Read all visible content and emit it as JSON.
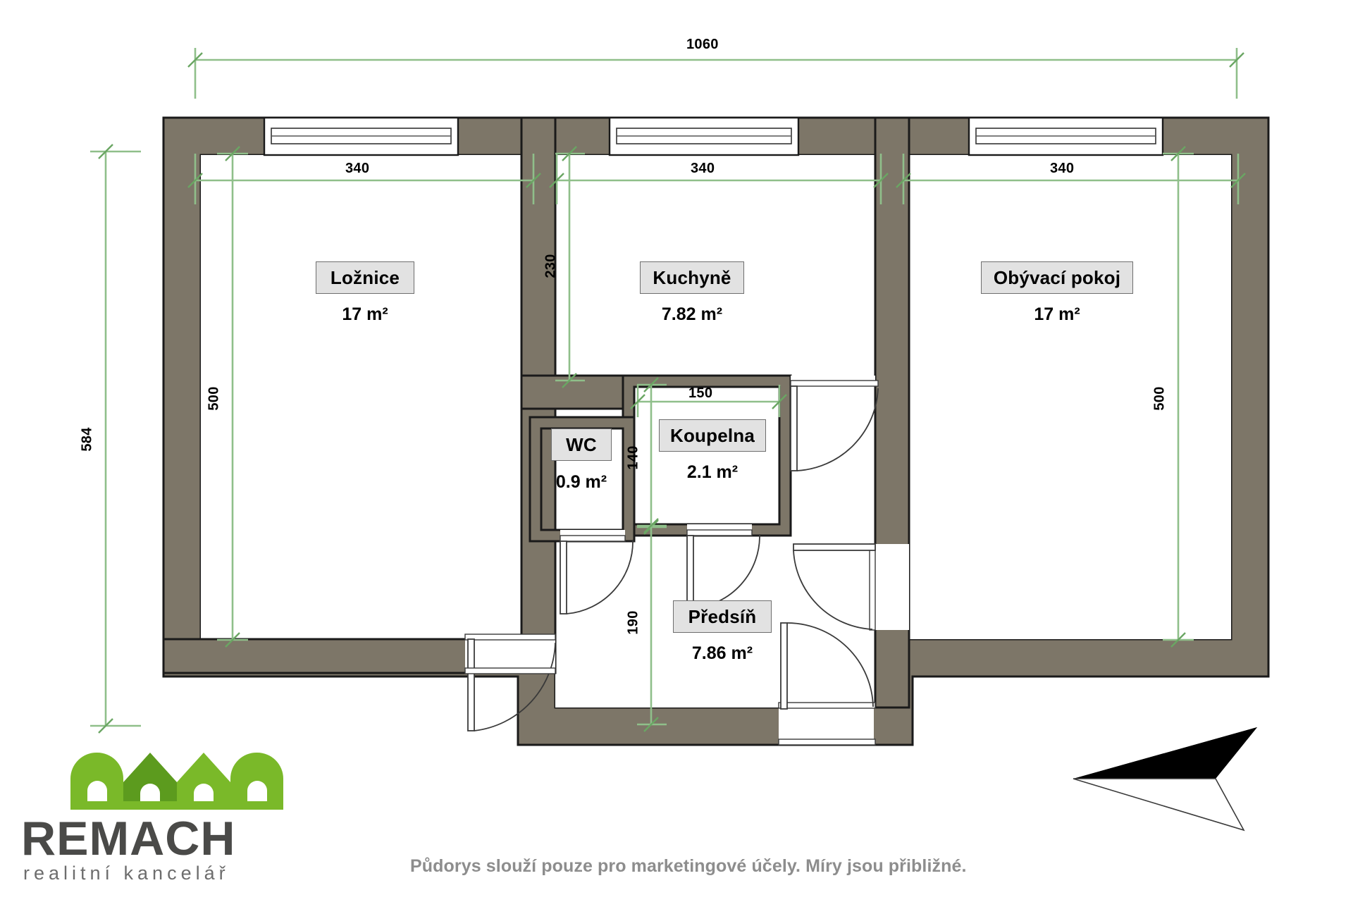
{
  "document": {
    "type": "floor-plan",
    "caption": "Půdorys slouží pouze pro marketingové účely. Míry jsou přibližné.",
    "north_arrow": "north-arrow"
  },
  "brand": {
    "name": "REMACH",
    "tagline": "realitní kancelář",
    "logo_color": "#7ab929",
    "logo_color_dark": "#5c9b1e",
    "wordmark_color": "#4a4a48"
  },
  "colors": {
    "wall_fill": "#7d7668",
    "wall_stroke": "#1a1a1a",
    "dimension_line": "#8fbf8a",
    "label_fill": "#e2e2e2",
    "label_stroke": "#6e6e6e",
    "room_fill": "#ffffff",
    "caption_text": "#8d8d8d"
  },
  "rooms": [
    {
      "id": "loznice",
      "name": "Ložnice",
      "area": "17 m²"
    },
    {
      "id": "kuchyne",
      "name": "Kuchyně",
      "area": "7.82 m²"
    },
    {
      "id": "obyvaci",
      "name": "Obývací pokoj",
      "area": "17 m²"
    },
    {
      "id": "wc",
      "name": "WC",
      "area": "0.9 m²"
    },
    {
      "id": "koupelna",
      "name": "Koupelna",
      "area": "2.1 m²"
    },
    {
      "id": "predsin",
      "name": "Předsíň",
      "area": "7.86 m²"
    }
  ],
  "dimensions": {
    "overall_width": "1060",
    "overall_height": "584",
    "loznice_width": "340",
    "kuchyne_width": "340",
    "obyvaci_width": "340",
    "loznice_depth": "500",
    "obyvaci_depth": "500",
    "kuchyne_depth": "230",
    "koupelna_width": "150",
    "koupelna_depth": "140",
    "predsin_depth": "190"
  }
}
